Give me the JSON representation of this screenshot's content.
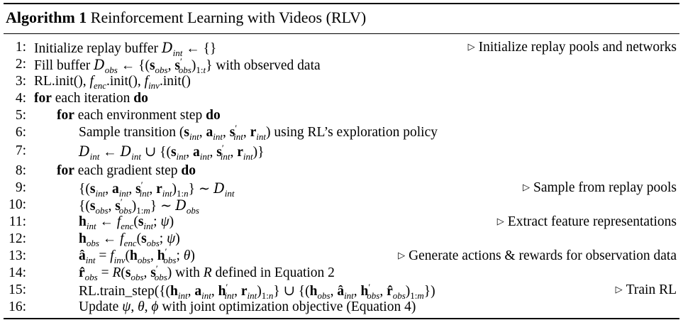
{
  "algorithm": {
    "label": "Algorithm 1",
    "title": "Reinforcement Learning with Videos (RLV)"
  },
  "lines": [
    {
      "num": "1:",
      "comment": "Initialize replay pools and networks"
    },
    {
      "num": "2:",
      "comment": ""
    },
    {
      "num": "3:",
      "comment": ""
    },
    {
      "num": "4:",
      "comment": ""
    },
    {
      "num": "5:",
      "comment": ""
    },
    {
      "num": "6:",
      "comment": ""
    },
    {
      "num": "7:",
      "comment": ""
    },
    {
      "num": "8:",
      "comment": ""
    },
    {
      "num": "9:",
      "comment": "Sample from replay pools"
    },
    {
      "num": "10:",
      "comment": ""
    },
    {
      "num": "11:",
      "comment": "Extract feature representations"
    },
    {
      "num": "12:",
      "comment": ""
    },
    {
      "num": "13:",
      "comment": "Generate actions & rewards for observation data"
    },
    {
      "num": "14:",
      "comment": ""
    },
    {
      "num": "15:",
      "comment": "Train RL"
    },
    {
      "num": "16:",
      "comment": ""
    }
  ],
  "text": {
    "l1": "Initialize replay buffer",
    "l2a": "Fill buffer",
    "l2b": "with observed data",
    "l3a": "RL.init(),",
    "l3b": ".init(),",
    "l3c": ".init()",
    "l4a": "for",
    "l4b": "each iteration",
    "l4c": "do",
    "l5a": "for",
    "l5b": "each environment step",
    "l5c": "do",
    "l6a": "Sample transition",
    "l6b": "using RL’s exploration policy",
    "l8a": "for",
    "l8b": "each gradient step",
    "l8c": "do",
    "l14a": "with",
    "l14b": "defined in Equation 2",
    "l15a": "RL.train_step(",
    "l16a": "Update",
    "l16b": "with joint optimization objective (Equation 4)"
  }
}
